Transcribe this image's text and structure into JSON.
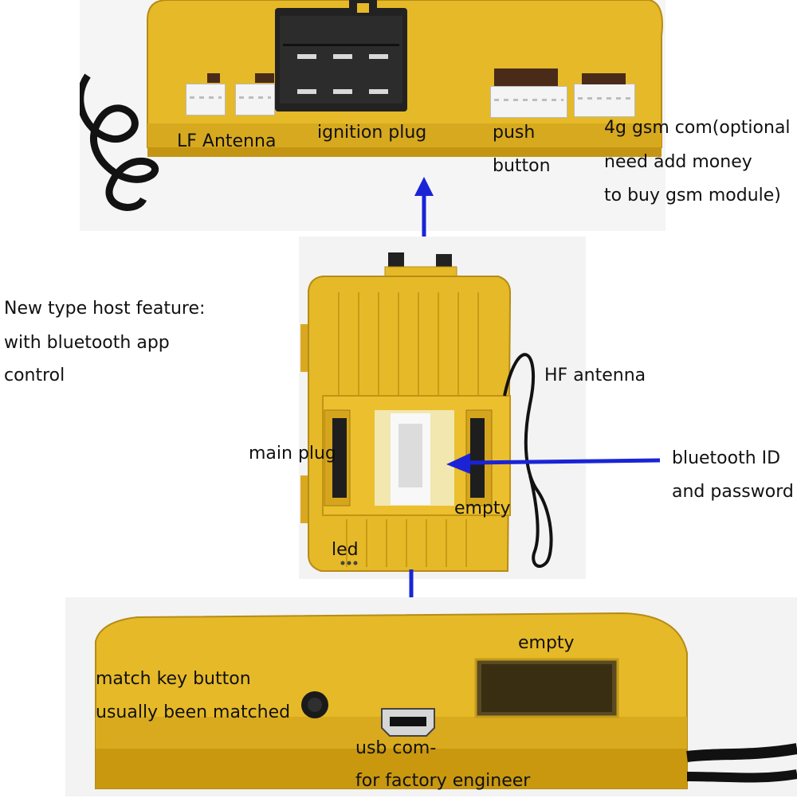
{
  "top_panel": {
    "labels": {
      "lf_antenna": "LF Antenna",
      "ignition_plug": "ignition plug",
      "push_button_1": "push",
      "push_button_2": "button",
      "gsm_1": "4g gsm com(optional",
      "gsm_2": "need add money",
      "gsm_3": "to buy gsm module)"
    }
  },
  "middle_panel": {
    "feature_1": "New type host feature:",
    "feature_2": "with bluetooth app",
    "feature_3": "control",
    "hf_antenna": "HF antenna",
    "main_plug": "main plug",
    "bluetooth_1": "bluetooth ID",
    "bluetooth_2": "and password",
    "empty": "empty",
    "led": "led"
  },
  "bottom_panel": {
    "empty": "empty",
    "match_1": "match key button",
    "match_2": "usually been matched",
    "usb_1": "usb com-",
    "usb_2": "for factory engineer"
  },
  "colors": {
    "housing_yellow": "#e6b928",
    "housing_shadow": "#b8901a",
    "arrow_blue": "#1a24d6",
    "connector_black": "#222222",
    "cable_black": "#111111"
  },
  "icons": [
    "ignition-plug-icon",
    "usb-port-icon",
    "match-button-icon",
    "led-icon",
    "arrow-icon"
  ]
}
